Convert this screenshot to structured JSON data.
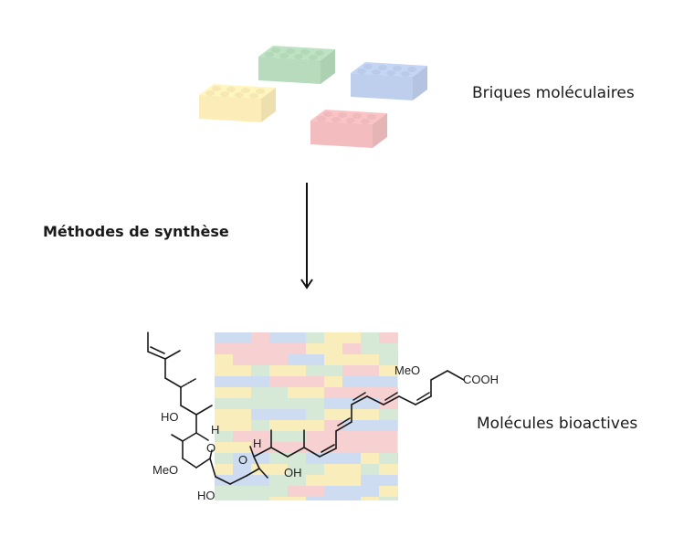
{
  "labels": {
    "building_blocks": "Briques moléculaires",
    "synthesis_methods": "Méthodes de synthèse",
    "bioactive_molecules": "Molécules bioactives"
  },
  "bricks": [
    {
      "name": "green-brick",
      "color": "#9fd0a6"
    },
    {
      "name": "blue-brick",
      "color": "#a9bfe8"
    },
    {
      "name": "yellow-brick",
      "color": "#fbe7a1"
    },
    {
      "name": "red-brick",
      "color": "#f0a8ab"
    }
  ],
  "backdrop_palette": [
    "#f6c9c9",
    "#f9ebb0",
    "#c6d6ef",
    "#cfe6cf"
  ],
  "molecule": {
    "atom_labels": {
      "ho_top": "HO",
      "h_ring": "H",
      "o_ring1": "O",
      "o_spiro": "O",
      "h_ring2": "H",
      "meo_left": "MeO",
      "ho_bottom": "HO",
      "oh_chain": "OH",
      "meo_right": "MeO",
      "cooh": "COOH"
    }
  }
}
